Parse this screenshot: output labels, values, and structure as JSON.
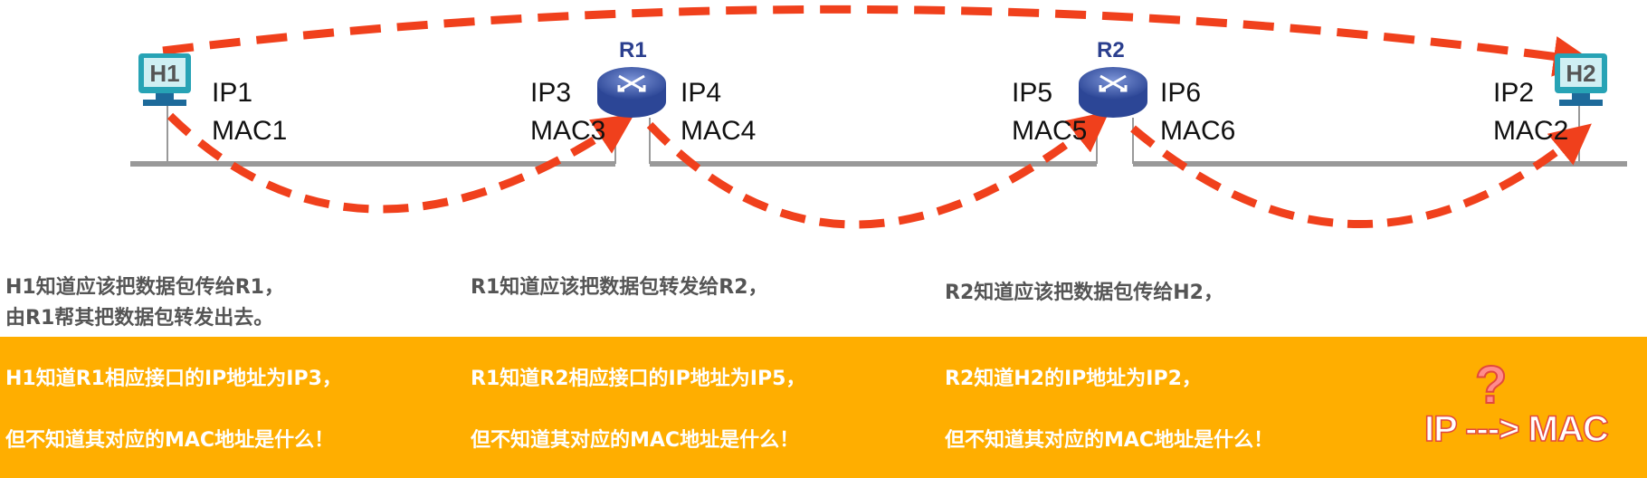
{
  "hosts": {
    "h1": {
      "name": "H1",
      "ip": "IP1",
      "mac": "MAC1"
    },
    "h2": {
      "name": "H2",
      "ip": "IP2",
      "mac": "MAC2"
    }
  },
  "routers": {
    "r1": {
      "name": "R1",
      "left_ip": "IP3",
      "left_mac": "MAC3",
      "right_ip": "IP4",
      "right_mac": "MAC4"
    },
    "r2": {
      "name": "R2",
      "left_ip": "IP5",
      "left_mac": "MAC5",
      "right_ip": "IP6",
      "right_mac": "MAC6"
    }
  },
  "descriptions": {
    "col1_line1": "H1知道应该把数据包传给R1，",
    "col1_line2": "由R1帮其把数据包转发出去。",
    "col2_line1": "R1知道应该把数据包转发给R2，",
    "col3_line1": "R2知道应该把数据包传给H2，"
  },
  "band": {
    "col1_line1": "H1知道R1相应接口的IP地址为IP3，",
    "col1_line2": "但不知道其对应的MAC地址是什么！",
    "col2_line1": "R1知道R2相应接口的IP地址为IP5，",
    "col2_line2": "但不知道其对应的MAC地址是什么！",
    "col3_line1": "R2知道H2的IP地址为IP2，",
    "col3_line2": "但不知道其对应的MAC地址是什么！",
    "question_mark": "?",
    "ip_to_mac": "IP ---> MAC"
  },
  "colors": {
    "arrow": "#f0401c",
    "band": "#ffae00",
    "host_screen": "#27a3b5",
    "router": "#3a56a8",
    "network_line": "#999999"
  }
}
